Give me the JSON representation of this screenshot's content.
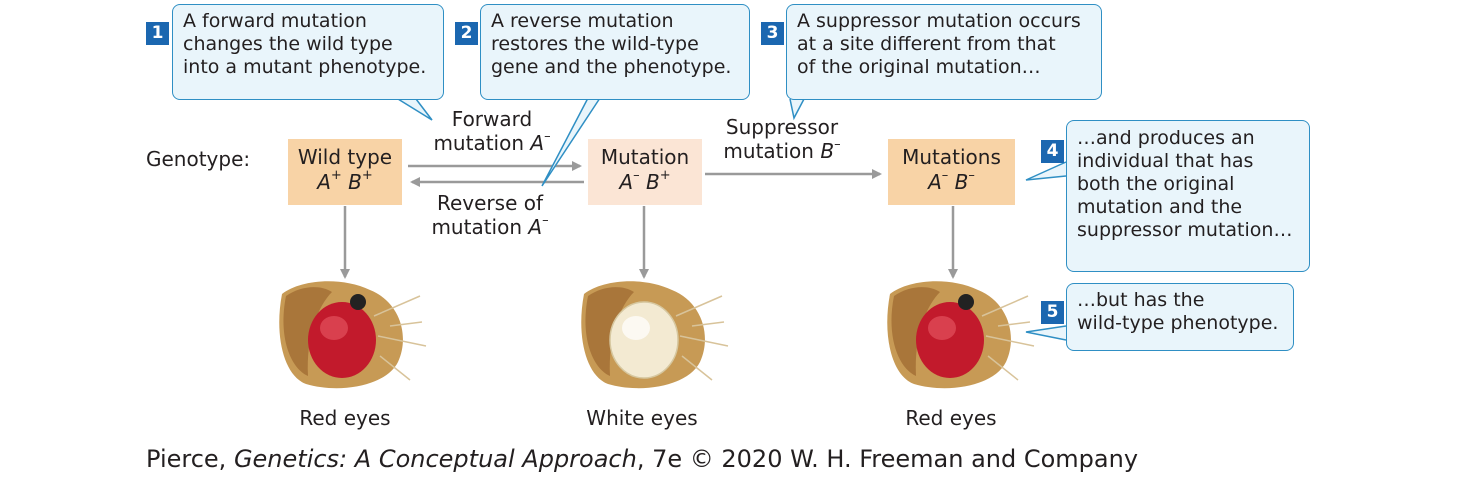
{
  "callouts": {
    "c1": {
      "number": "1",
      "lines": [
        "A forward mutation",
        "changes the wild type",
        "into a mutant phenotype."
      ]
    },
    "c2": {
      "number": "2",
      "lines": [
        "A reverse mutation",
        "restores the wild-type",
        "gene and the phenotype."
      ]
    },
    "c3": {
      "number": "3",
      "lines": [
        "A suppressor mutation occurs",
        "at a site different from that",
        "of the original mutation…"
      ]
    },
    "c4": {
      "number": "4",
      "lines": [
        "…and produces an",
        "individual that has",
        "both the original",
        "mutation and the",
        "suppressor mutation…"
      ]
    },
    "c5": {
      "number": "5",
      "lines": [
        "…but has the",
        "wild-type phenotype."
      ]
    }
  },
  "genotype_label": "Genotype:",
  "boxes": {
    "wild": {
      "title": "Wild type",
      "a": "A",
      "a_sup": "+",
      "b": "B",
      "b_sup": "+"
    },
    "mut": {
      "title": "Mutation",
      "a": "A",
      "a_sup": "–",
      "b": "B",
      "b_sup": "+"
    },
    "muts": {
      "title": "Mutations",
      "a": "A",
      "a_sup": "–",
      "b": "B",
      "b_sup": "–"
    }
  },
  "arrows": {
    "forward": {
      "line1": "Forward",
      "line2": "mutation",
      "gene": "A",
      "sup": "–"
    },
    "reverse": {
      "line1": "Reverse of",
      "line2": "mutation",
      "gene": "A",
      "sup": "–"
    },
    "suppressor": {
      "line1": "Suppressor",
      "line2": "mutation",
      "gene": "B",
      "sup": "–"
    }
  },
  "phenotypes": {
    "left": "Red eyes",
    "middle": "White eyes",
    "right": "Red eyes"
  },
  "credit": {
    "author": "Pierce, ",
    "title": "Genetics: A Conceptual Approach",
    "rest": ", 7e © 2020 W. H. Freeman and Company"
  },
  "colors": {
    "callout_border": "#2f8fc4",
    "callout_fill": "#e9f5fb",
    "number_box": "#1b67b0",
    "genotype_box": "#f8d3a6",
    "arrow": "#9a9a9a",
    "red_eye": "#c21a2c",
    "white_eye": "#f3ead2"
  }
}
